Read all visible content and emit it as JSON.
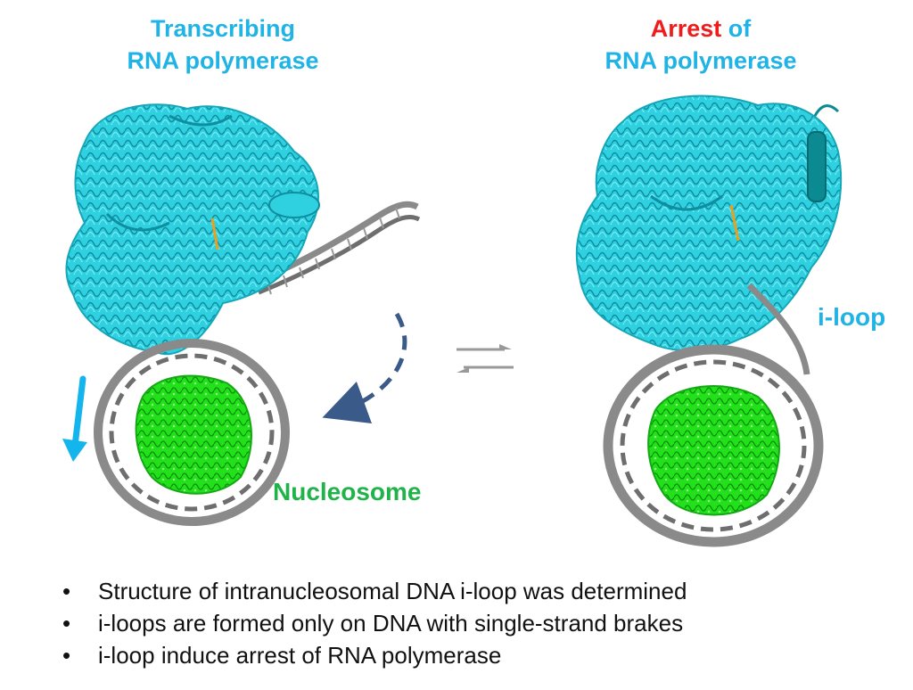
{
  "titles": {
    "left_line1": "Transcribing",
    "left_line2": "RNA polymerase",
    "right_word_red": "Arrest",
    "right_word_rest": "of",
    "right_line2": "RNA polymerase"
  },
  "labels": {
    "iloop": "i-loop",
    "nucleosome": "Nucleosome"
  },
  "bullets": [
    "Structure of intranucleosomal DNA i-loop was determined",
    "i-loops are  formed only on DNA with single-strand brakes",
    "i-loop induce arrest of RNA polymerase"
  ],
  "bullet_symbol": "•",
  "colors": {
    "title_cyan": "#1fb3e6",
    "arrest_red": "#ee1c1c",
    "nucleosome_green": "#1fb34a",
    "polymerase_cyan": "#2fd0e0",
    "histone_green": "#22e01a",
    "dna_gray": "#8a8a8a",
    "curved_arrow_navy": "#3a5a8a",
    "equilibrium_gray": "#999999"
  },
  "icons": {
    "downward_arrow": "down-arrow-icon",
    "curved_dashed_arrow": "curved-dashed-arrow-icon",
    "equilibrium_arrows": "equilibrium-arrows-icon"
  }
}
